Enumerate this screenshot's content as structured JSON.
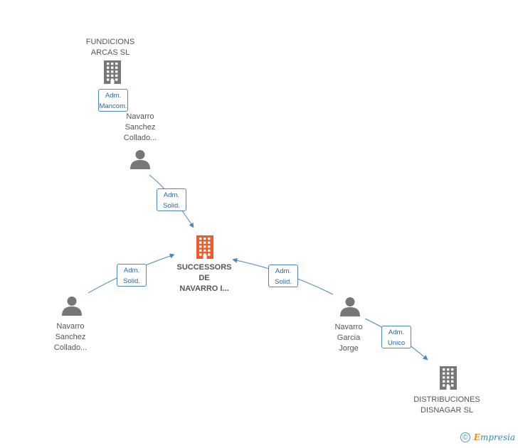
{
  "diagram": {
    "center": {
      "id": "n-center",
      "label": "SUCCESSORS\nDE\nNAVARRO I...",
      "kind": "company",
      "highlight": true
    },
    "nodes": [
      {
        "id": "n1",
        "label": "FUNDICIONS\nARCAS SL",
        "kind": "company"
      },
      {
        "id": "n2",
        "label": "Navarro\nSanchez\nCollado...",
        "kind": "person"
      },
      {
        "id": "n3",
        "label": "Navarro\nSanchez\nCollado...",
        "kind": "person"
      },
      {
        "id": "n4",
        "label": "Navarro\nGarcia\nJorge",
        "kind": "person"
      },
      {
        "id": "n5",
        "label": "DISTRIBUCIONES\nDISNAGAR SL",
        "kind": "company"
      }
    ],
    "edges": [
      {
        "id": "e1",
        "from": "n1",
        "to": "n2",
        "label": "Adm.\nMancom."
      },
      {
        "id": "e2",
        "from": "n2",
        "to": "n-center",
        "label": "Adm.\nSolid."
      },
      {
        "id": "e3",
        "from": "n3",
        "to": "n-center",
        "label": "Adm.\nSolid."
      },
      {
        "id": "e4",
        "from": "n4",
        "to": "n-center",
        "label": "Adm.\nSolid."
      },
      {
        "id": "e5",
        "from": "n4",
        "to": "n5",
        "label": "Adm.\nUnico"
      }
    ]
  },
  "colors": {
    "company": "#777777",
    "person": "#777777",
    "highlight": "#f05a28",
    "edge": "#4a86c8"
  },
  "icons": {
    "company": "building-icon",
    "person": "person-icon"
  },
  "footer": {
    "copyright_symbol": "©",
    "brand_first": "E",
    "brand_rest": "mpresia"
  }
}
